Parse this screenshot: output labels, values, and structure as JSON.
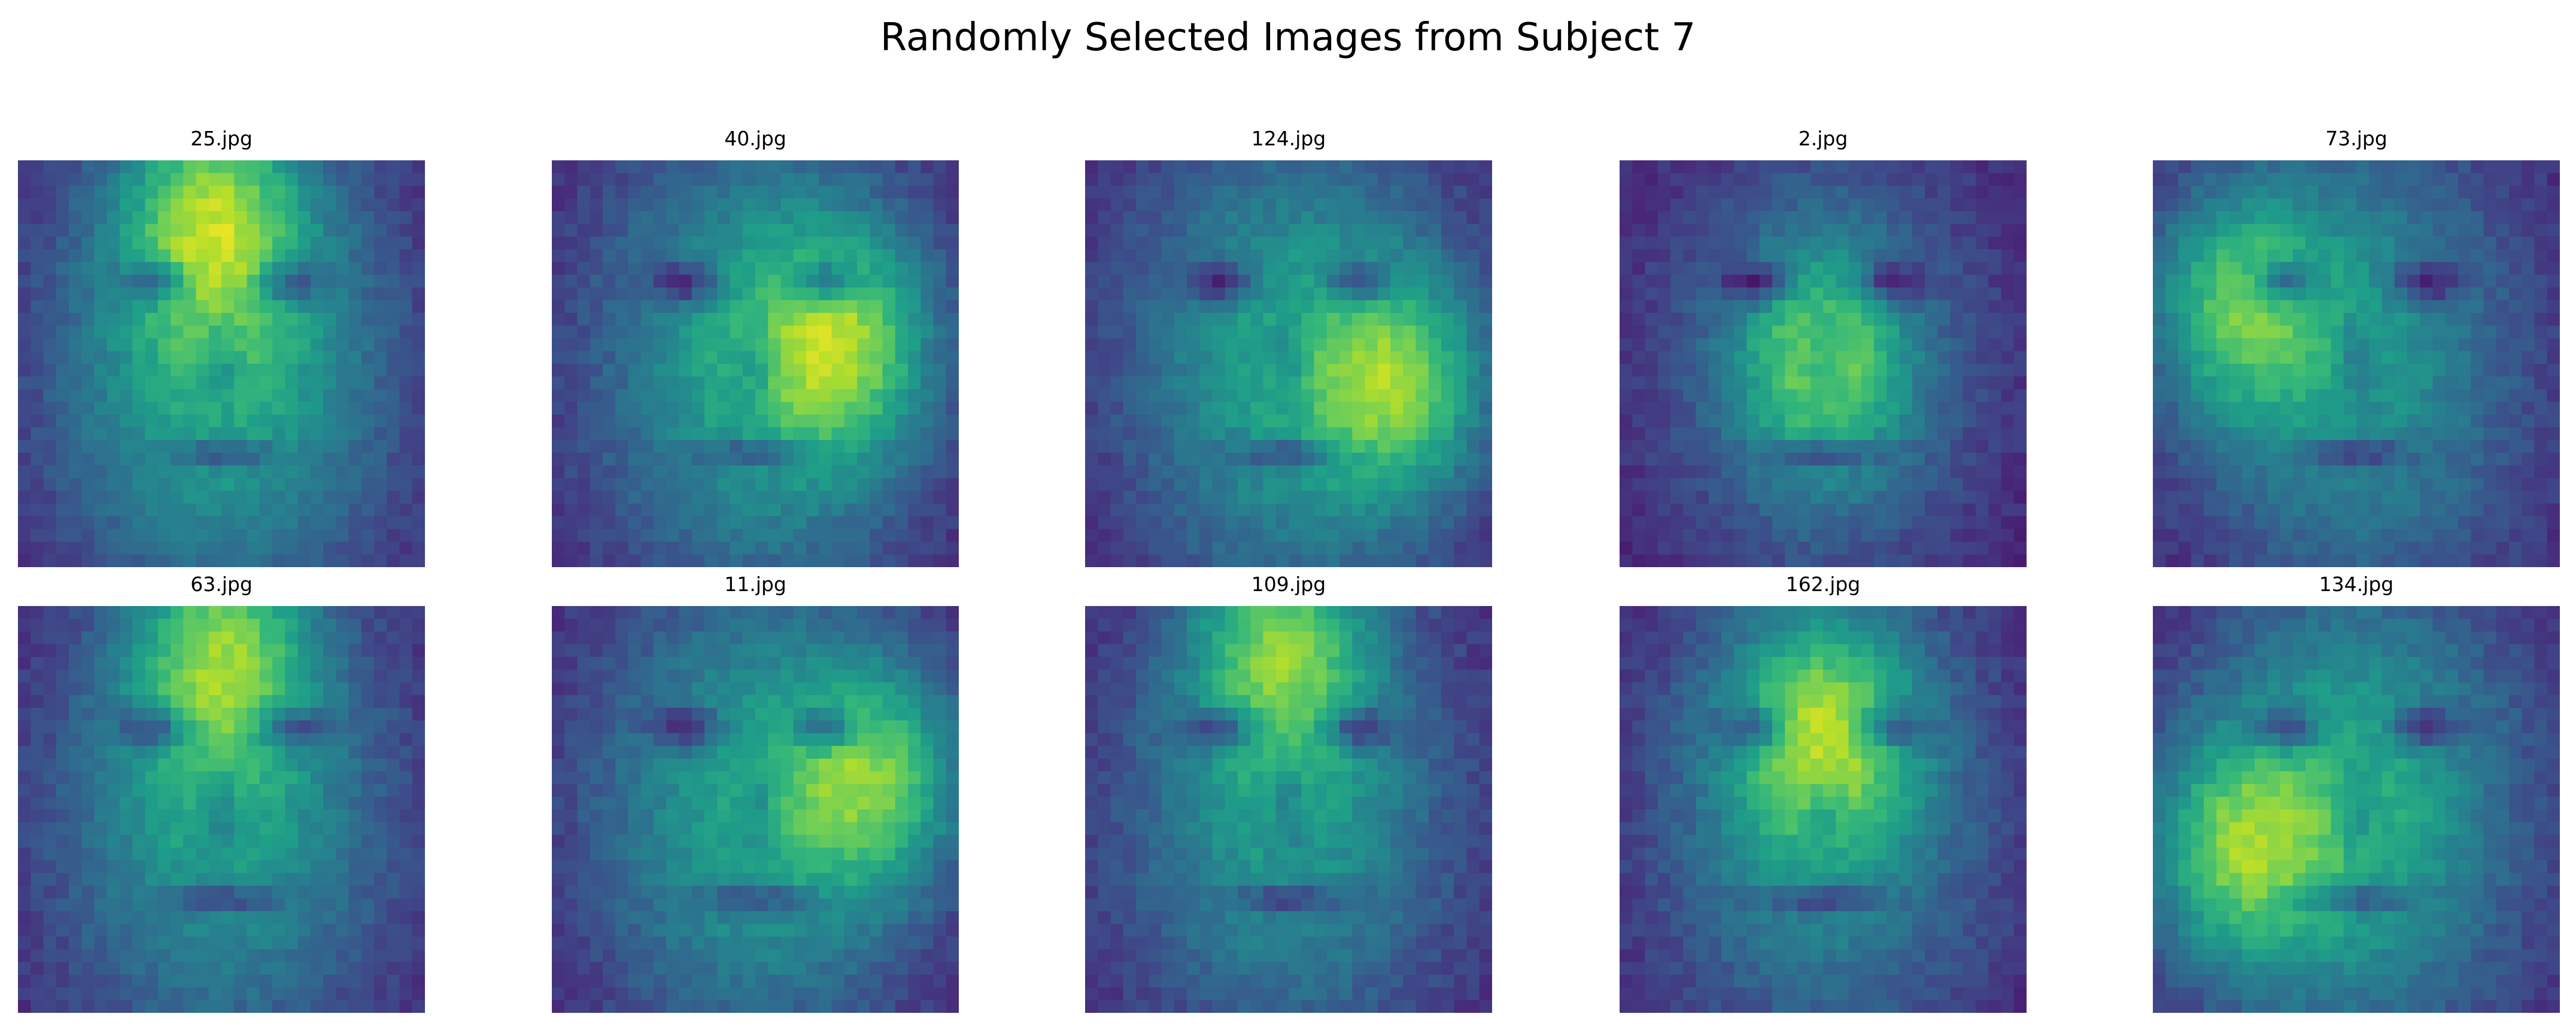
{
  "figure": {
    "title": "Randomly Selected Images from Subject 7"
  },
  "colormap": {
    "name": "viridis",
    "stops": [
      "#440154",
      "#482878",
      "#3e4a89",
      "#31688e",
      "#26828e",
      "#1f9e89",
      "#35b779",
      "#6ece58",
      "#b5de2b",
      "#fde725"
    ]
  },
  "images": [
    {
      "file": "25.jpg",
      "face": "frontal, bright forehead",
      "brightness": 0.62,
      "light_x": 0.48,
      "light_y": 0.12
    },
    {
      "file": "40.jpg",
      "face": "light from the right",
      "brightness": 0.55,
      "light_x": 0.72,
      "light_y": 0.45
    },
    {
      "file": "124.jpg",
      "face": "right cheek lit",
      "brightness": 0.55,
      "light_x": 0.78,
      "light_y": 0.55
    },
    {
      "file": "2.jpg",
      "face": "even, dim lighting",
      "brightness": 0.32,
      "light_x": 0.5,
      "light_y": 0.5
    },
    {
      "file": "73.jpg",
      "face": "left side lit, right half dark",
      "brightness": 0.5,
      "light_x": 0.2,
      "light_y": 0.35
    },
    {
      "file": "63.jpg",
      "face": "frontal, bright forehead",
      "brightness": 0.55,
      "light_x": 0.5,
      "light_y": 0.1
    },
    {
      "file": "11.jpg",
      "face": "right eye region lit",
      "brightness": 0.55,
      "light_x": 0.8,
      "light_y": 0.42
    },
    {
      "file": "109.jpg",
      "face": "frontal, bright forehead",
      "brightness": 0.52,
      "light_x": 0.48,
      "light_y": 0.08
    },
    {
      "file": "162.jpg",
      "face": "even lighting",
      "brightness": 0.48,
      "light_x": 0.5,
      "light_y": 0.3
    },
    {
      "file": "134.jpg",
      "face": "left cheek lit",
      "brightness": 0.6,
      "light_x": 0.2,
      "light_y": 0.6
    }
  ]
}
